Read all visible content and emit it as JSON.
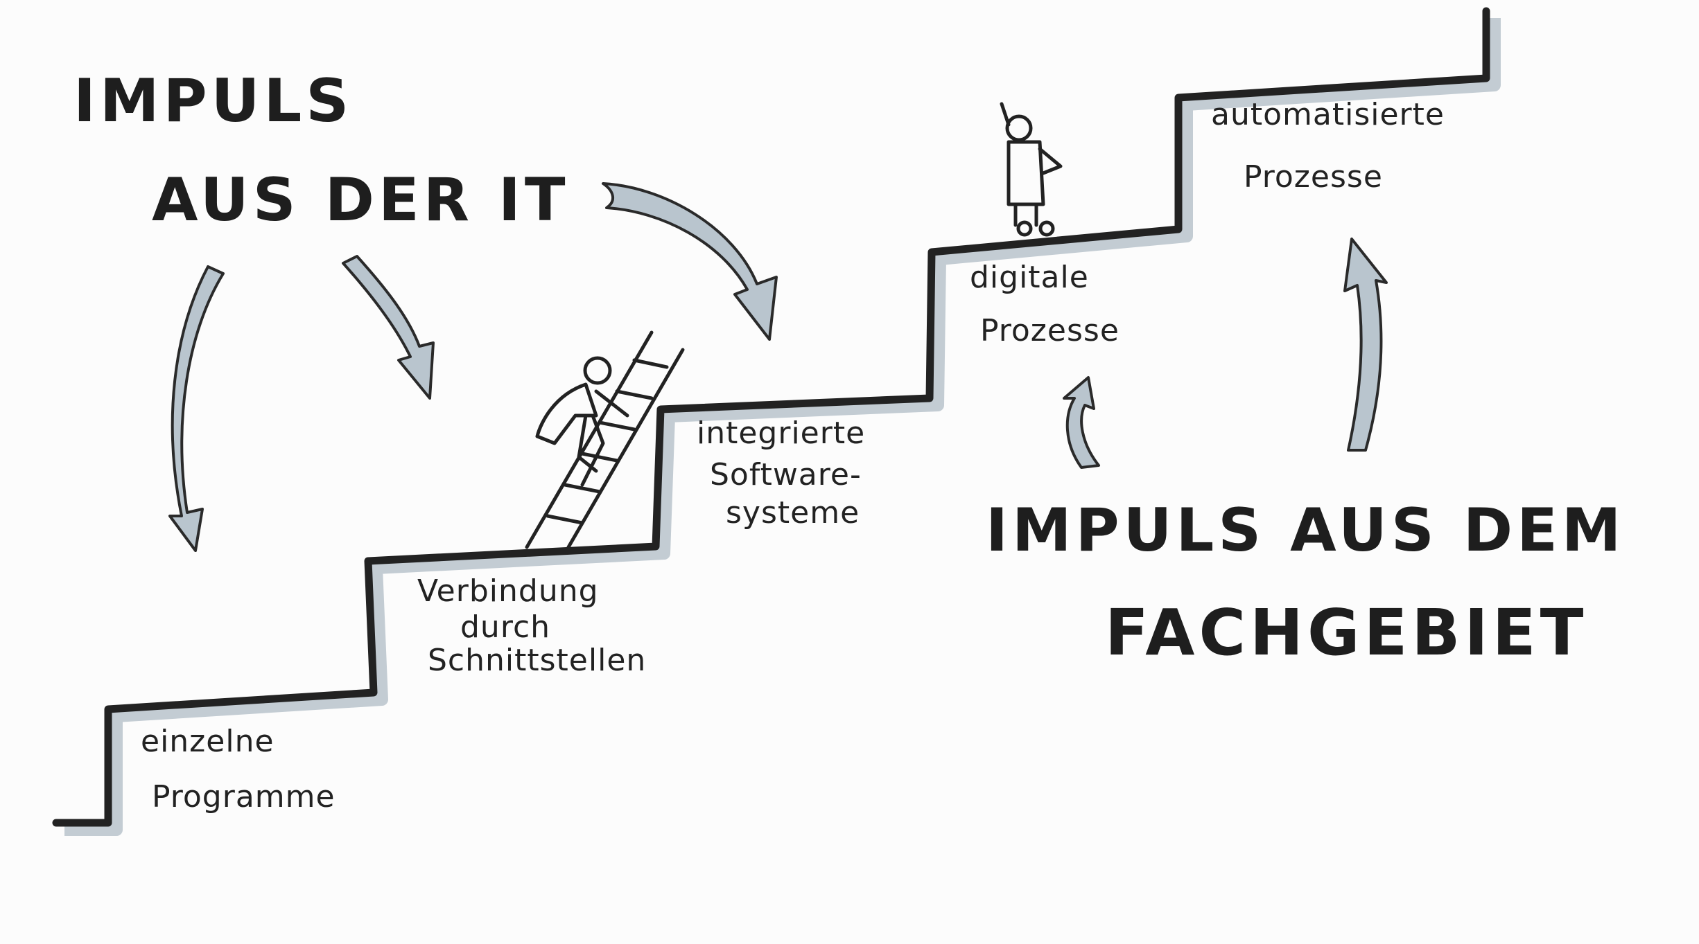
{
  "heading_it": {
    "line1": "IMPULS",
    "line2": "AUS DER IT"
  },
  "heading_fach": {
    "line1": "IMPULS AUS DEM",
    "line2": "FACHGEBIET"
  },
  "steps": [
    {
      "line1": "einzelne",
      "line2": "Programme"
    },
    {
      "line1": "Verbindung",
      "line2": "durch",
      "line3": "Schnittstellen"
    },
    {
      "line1": "integrierte",
      "line2": "Software-",
      "line3": "systeme"
    },
    {
      "line1": "digitale",
      "line2": "Prozesse"
    },
    {
      "line1": "automatisierte",
      "line2": "Prozesse"
    }
  ],
  "colors": {
    "ink": "#222222",
    "arrow_fill": "#b9c5ce"
  }
}
